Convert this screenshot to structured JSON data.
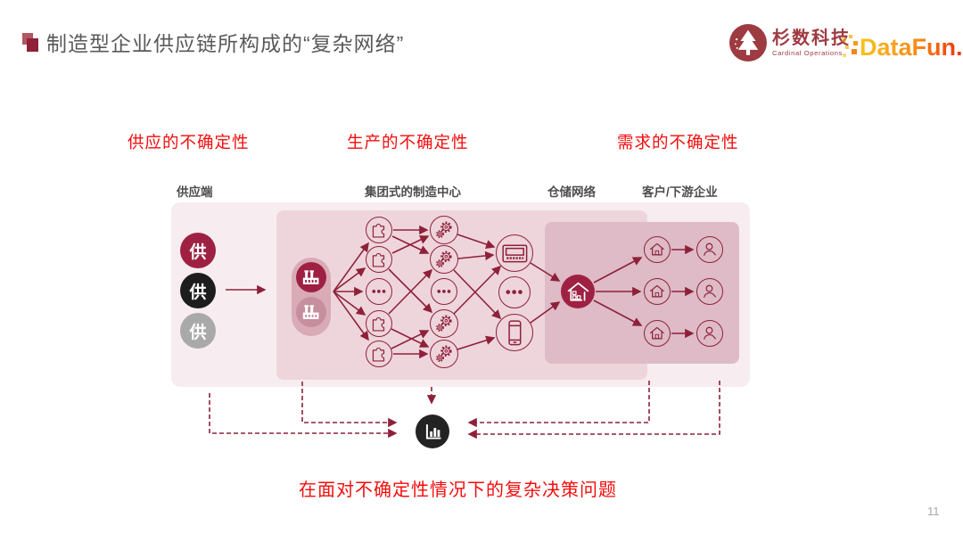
{
  "header": {
    "title": "制造型企业供应链所构成的“复杂网络”",
    "bullet_color": "#8e2139",
    "cardinal_logo": {
      "name": "杉数科技",
      "subtitle": "Cardinal Operations",
      "color": "#9e3a41"
    },
    "datafun_logo": {
      "text": "DataFun.",
      "gradient": [
        "#f8c31d",
        "#f78c17",
        "#ee2d0c"
      ]
    }
  },
  "uncertainty_labels": {
    "supply": "供应的不确定性",
    "production": "生产的不确定性",
    "demand": "需求的不确定性",
    "color": "#f50d0d"
  },
  "section_headers": {
    "supply_side": "供应端",
    "manufacturing": "集团式的制造中心",
    "warehouse": "仓储网络",
    "customers": "客户/下游企业"
  },
  "diagram": {
    "supplier_nodes": [
      {
        "label": "供",
        "color": "#9e2143"
      },
      {
        "label": "供",
        "color": "#1d1d1d"
      },
      {
        "label": "供",
        "color": "#a9a9a9"
      }
    ],
    "accent_color": "#8e2139",
    "panel_colors": {
      "outer": "#f7edf0",
      "manufacturing": "#eed5dc",
      "warehouse": "#debbc6"
    },
    "icon_meanings": {
      "factory": "工厂",
      "puzzle": "组件",
      "gear": "加工",
      "ellipsis": "更多",
      "terminal": "成品设备",
      "phone": "成品手机",
      "warehouse": "仓库",
      "house": "门店",
      "person": "客户",
      "chart": "决策分析"
    }
  },
  "caption": "在面对不确定性情况下的复杂决策问题",
  "page_number": "11"
}
